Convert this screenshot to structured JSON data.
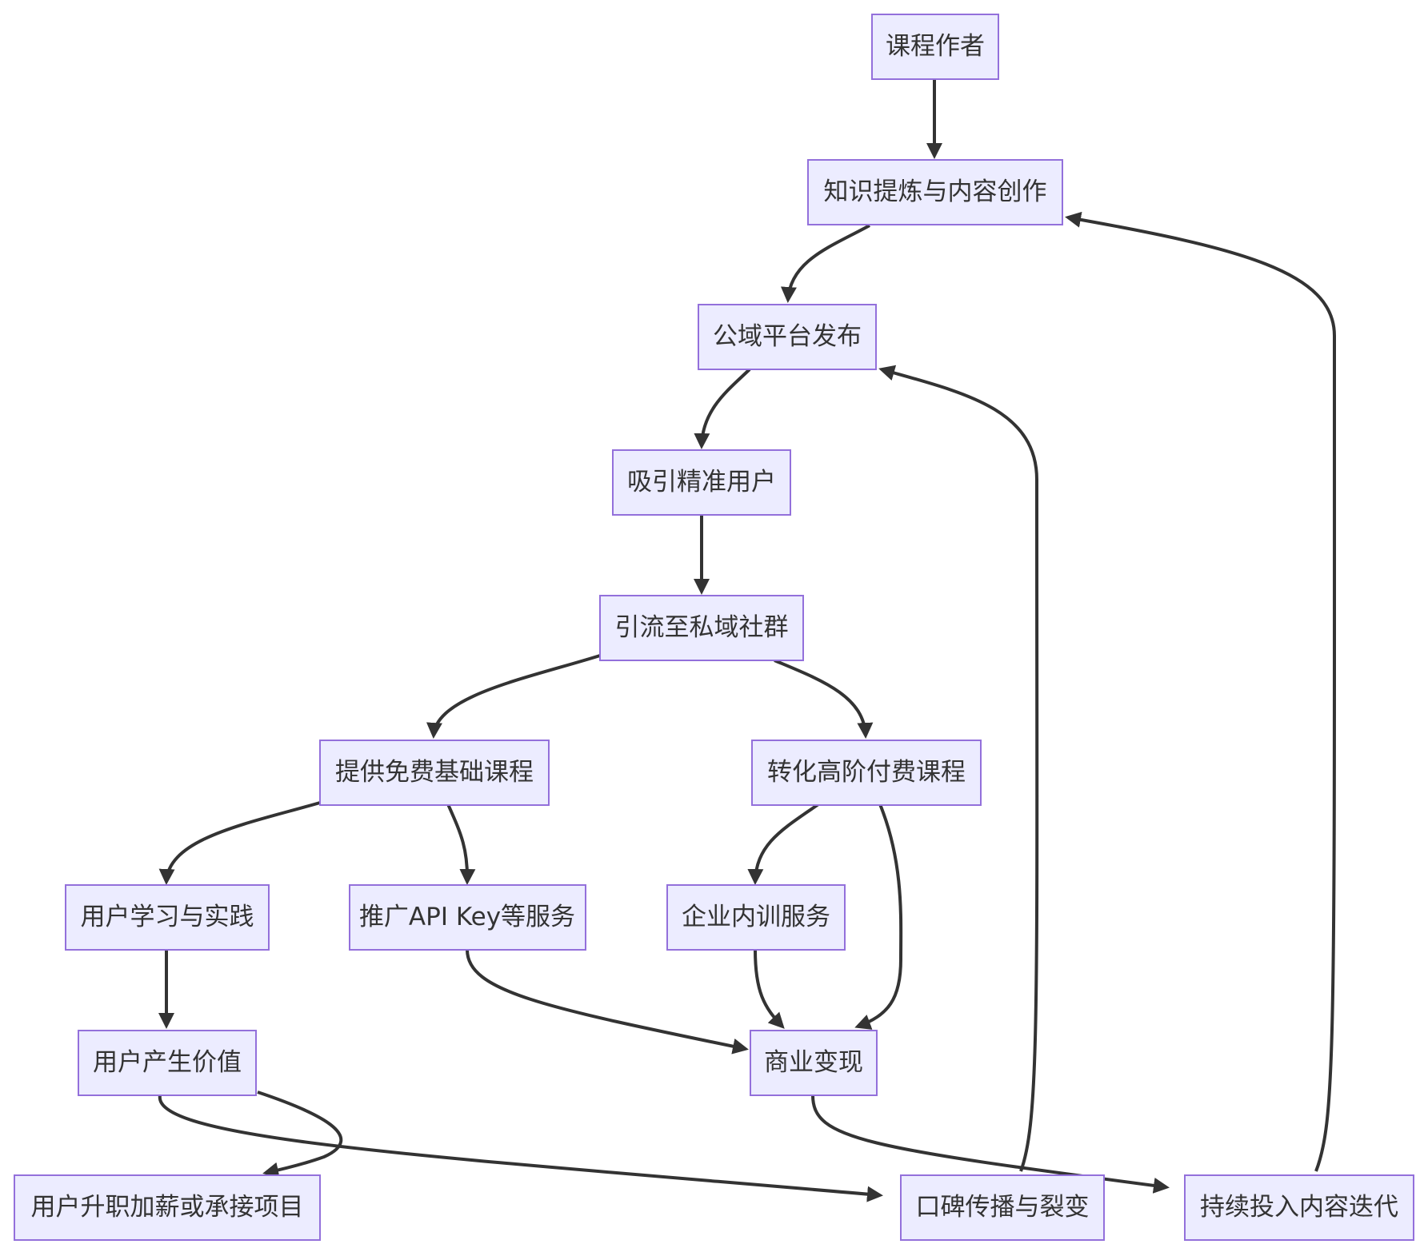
{
  "diagram": {
    "nodes": {
      "author": "课程作者",
      "create": "知识提炼与内容创作",
      "publish": "公域平台发布",
      "attract": "吸引精准用户",
      "private": "引流至私域社群",
      "free": "提供免费基础课程",
      "paid": "转化高阶付费课程",
      "learn": "用户学习与实践",
      "apikey": "推广API Key等服务",
      "corp": "企业内训服务",
      "value": "用户产生价值",
      "monetize": "商业变现",
      "promote": "用户升职加薪或承接项目",
      "wom": "口碑传播与裂变",
      "iterate": "持续投入内容迭代"
    },
    "edges": [
      {
        "from": "author",
        "to": "create"
      },
      {
        "from": "create",
        "to": "publish"
      },
      {
        "from": "publish",
        "to": "attract"
      },
      {
        "from": "attract",
        "to": "private"
      },
      {
        "from": "private",
        "to": "free"
      },
      {
        "from": "private",
        "to": "paid"
      },
      {
        "from": "free",
        "to": "learn"
      },
      {
        "from": "free",
        "to": "apikey"
      },
      {
        "from": "paid",
        "to": "corp"
      },
      {
        "from": "paid",
        "to": "monetize"
      },
      {
        "from": "apikey",
        "to": "monetize"
      },
      {
        "from": "corp",
        "to": "monetize"
      },
      {
        "from": "learn",
        "to": "value"
      },
      {
        "from": "value",
        "to": "promote"
      },
      {
        "from": "value",
        "to": "wom"
      },
      {
        "from": "monetize",
        "to": "iterate"
      },
      {
        "from": "wom",
        "to": "publish"
      },
      {
        "from": "iterate",
        "to": "create"
      }
    ]
  }
}
